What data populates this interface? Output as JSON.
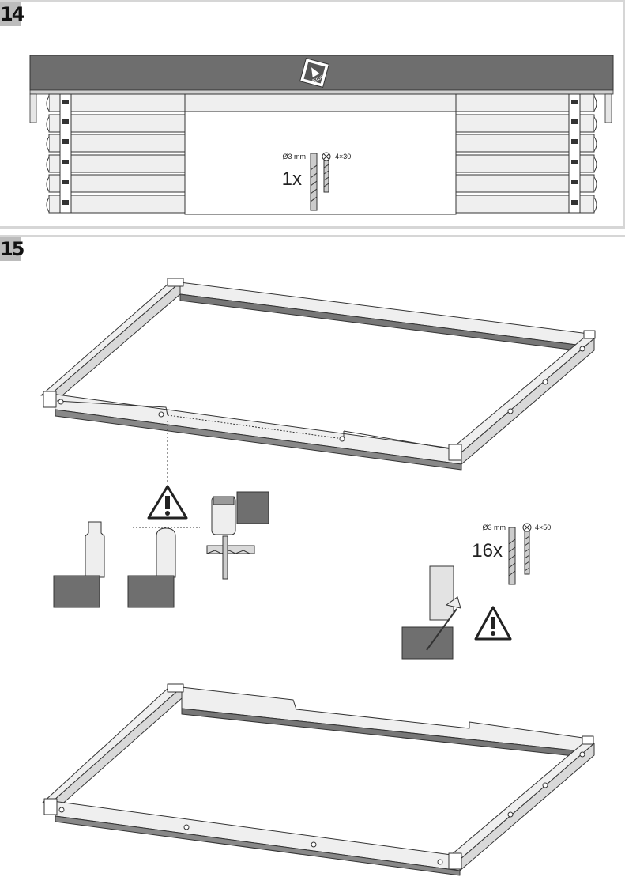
{
  "steps": [
    {
      "number": "14",
      "hardware": {
        "count": "1x",
        "drill": "Ø3 mm",
        "screw": "4×30"
      },
      "badge": "Erbe"
    },
    {
      "number": "15",
      "hardware": {
        "count": "16x",
        "drill": "Ø3 mm",
        "screw": "4×50"
      }
    }
  ],
  "icons": [
    "warning-icon",
    "jigsaw-icon",
    "drill-bit-icon",
    "screw-icon",
    "forest-badge-icon"
  ],
  "colors": {
    "roof": "#6e6e6e",
    "block": "#6f6f6f",
    "timber": "#eeeeee",
    "rule": "#d6d6d6",
    "number_bg": "#bcbcbc"
  }
}
